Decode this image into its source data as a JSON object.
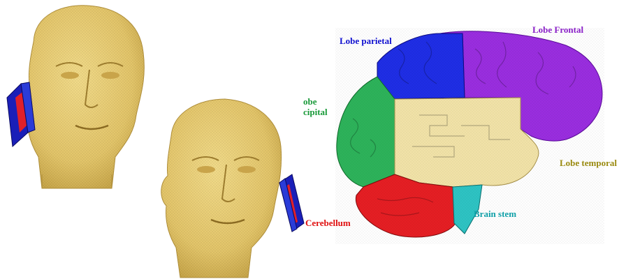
{
  "labels": {
    "parietal": "Lobe parietal",
    "frontal": "Lobe Frontal",
    "occipital": "obe cipital",
    "temporal": "Lobe temporal",
    "brain_stem": "Brain stem",
    "cerebellum": "Cerebellum"
  },
  "colors": {
    "head": "#e6c86e",
    "parietal": "#1f2ee6",
    "frontal": "#9a2ee0",
    "occipital": "#2db35a",
    "temporal": "#f2e3a8",
    "brain_stem": "#2ec4c4",
    "cerebellum": "#e61e24",
    "device_blue": "#1a1fb8",
    "device_red": "#e0202a",
    "parietal_text": "#1010d0",
    "frontal_text": "#8a20c8",
    "occipital_text": "#1a9a3a",
    "temporal_text": "#9a8a10",
    "brain_stem_text": "#10a0a8",
    "cerebellum_text": "#e01010"
  }
}
